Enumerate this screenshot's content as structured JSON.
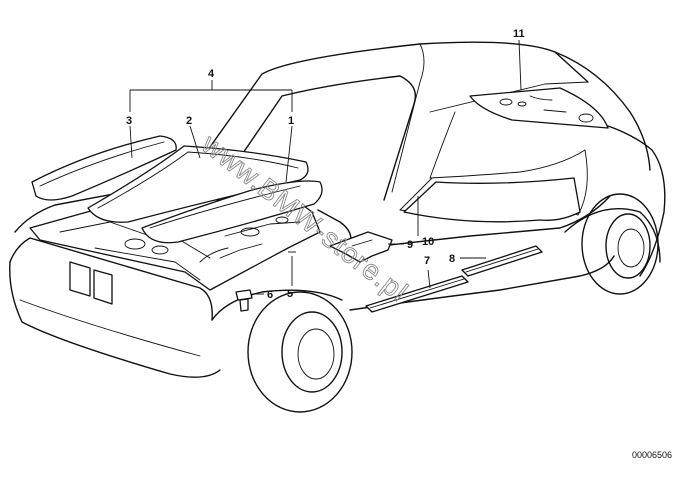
{
  "diagram": {
    "callouts": [
      "1",
      "2",
      "3",
      "4",
      "5",
      "6",
      "7",
      "8",
      "9",
      "10",
      "11"
    ],
    "image_code": "00006506",
    "watermark": "www.BMW-store.pl"
  }
}
